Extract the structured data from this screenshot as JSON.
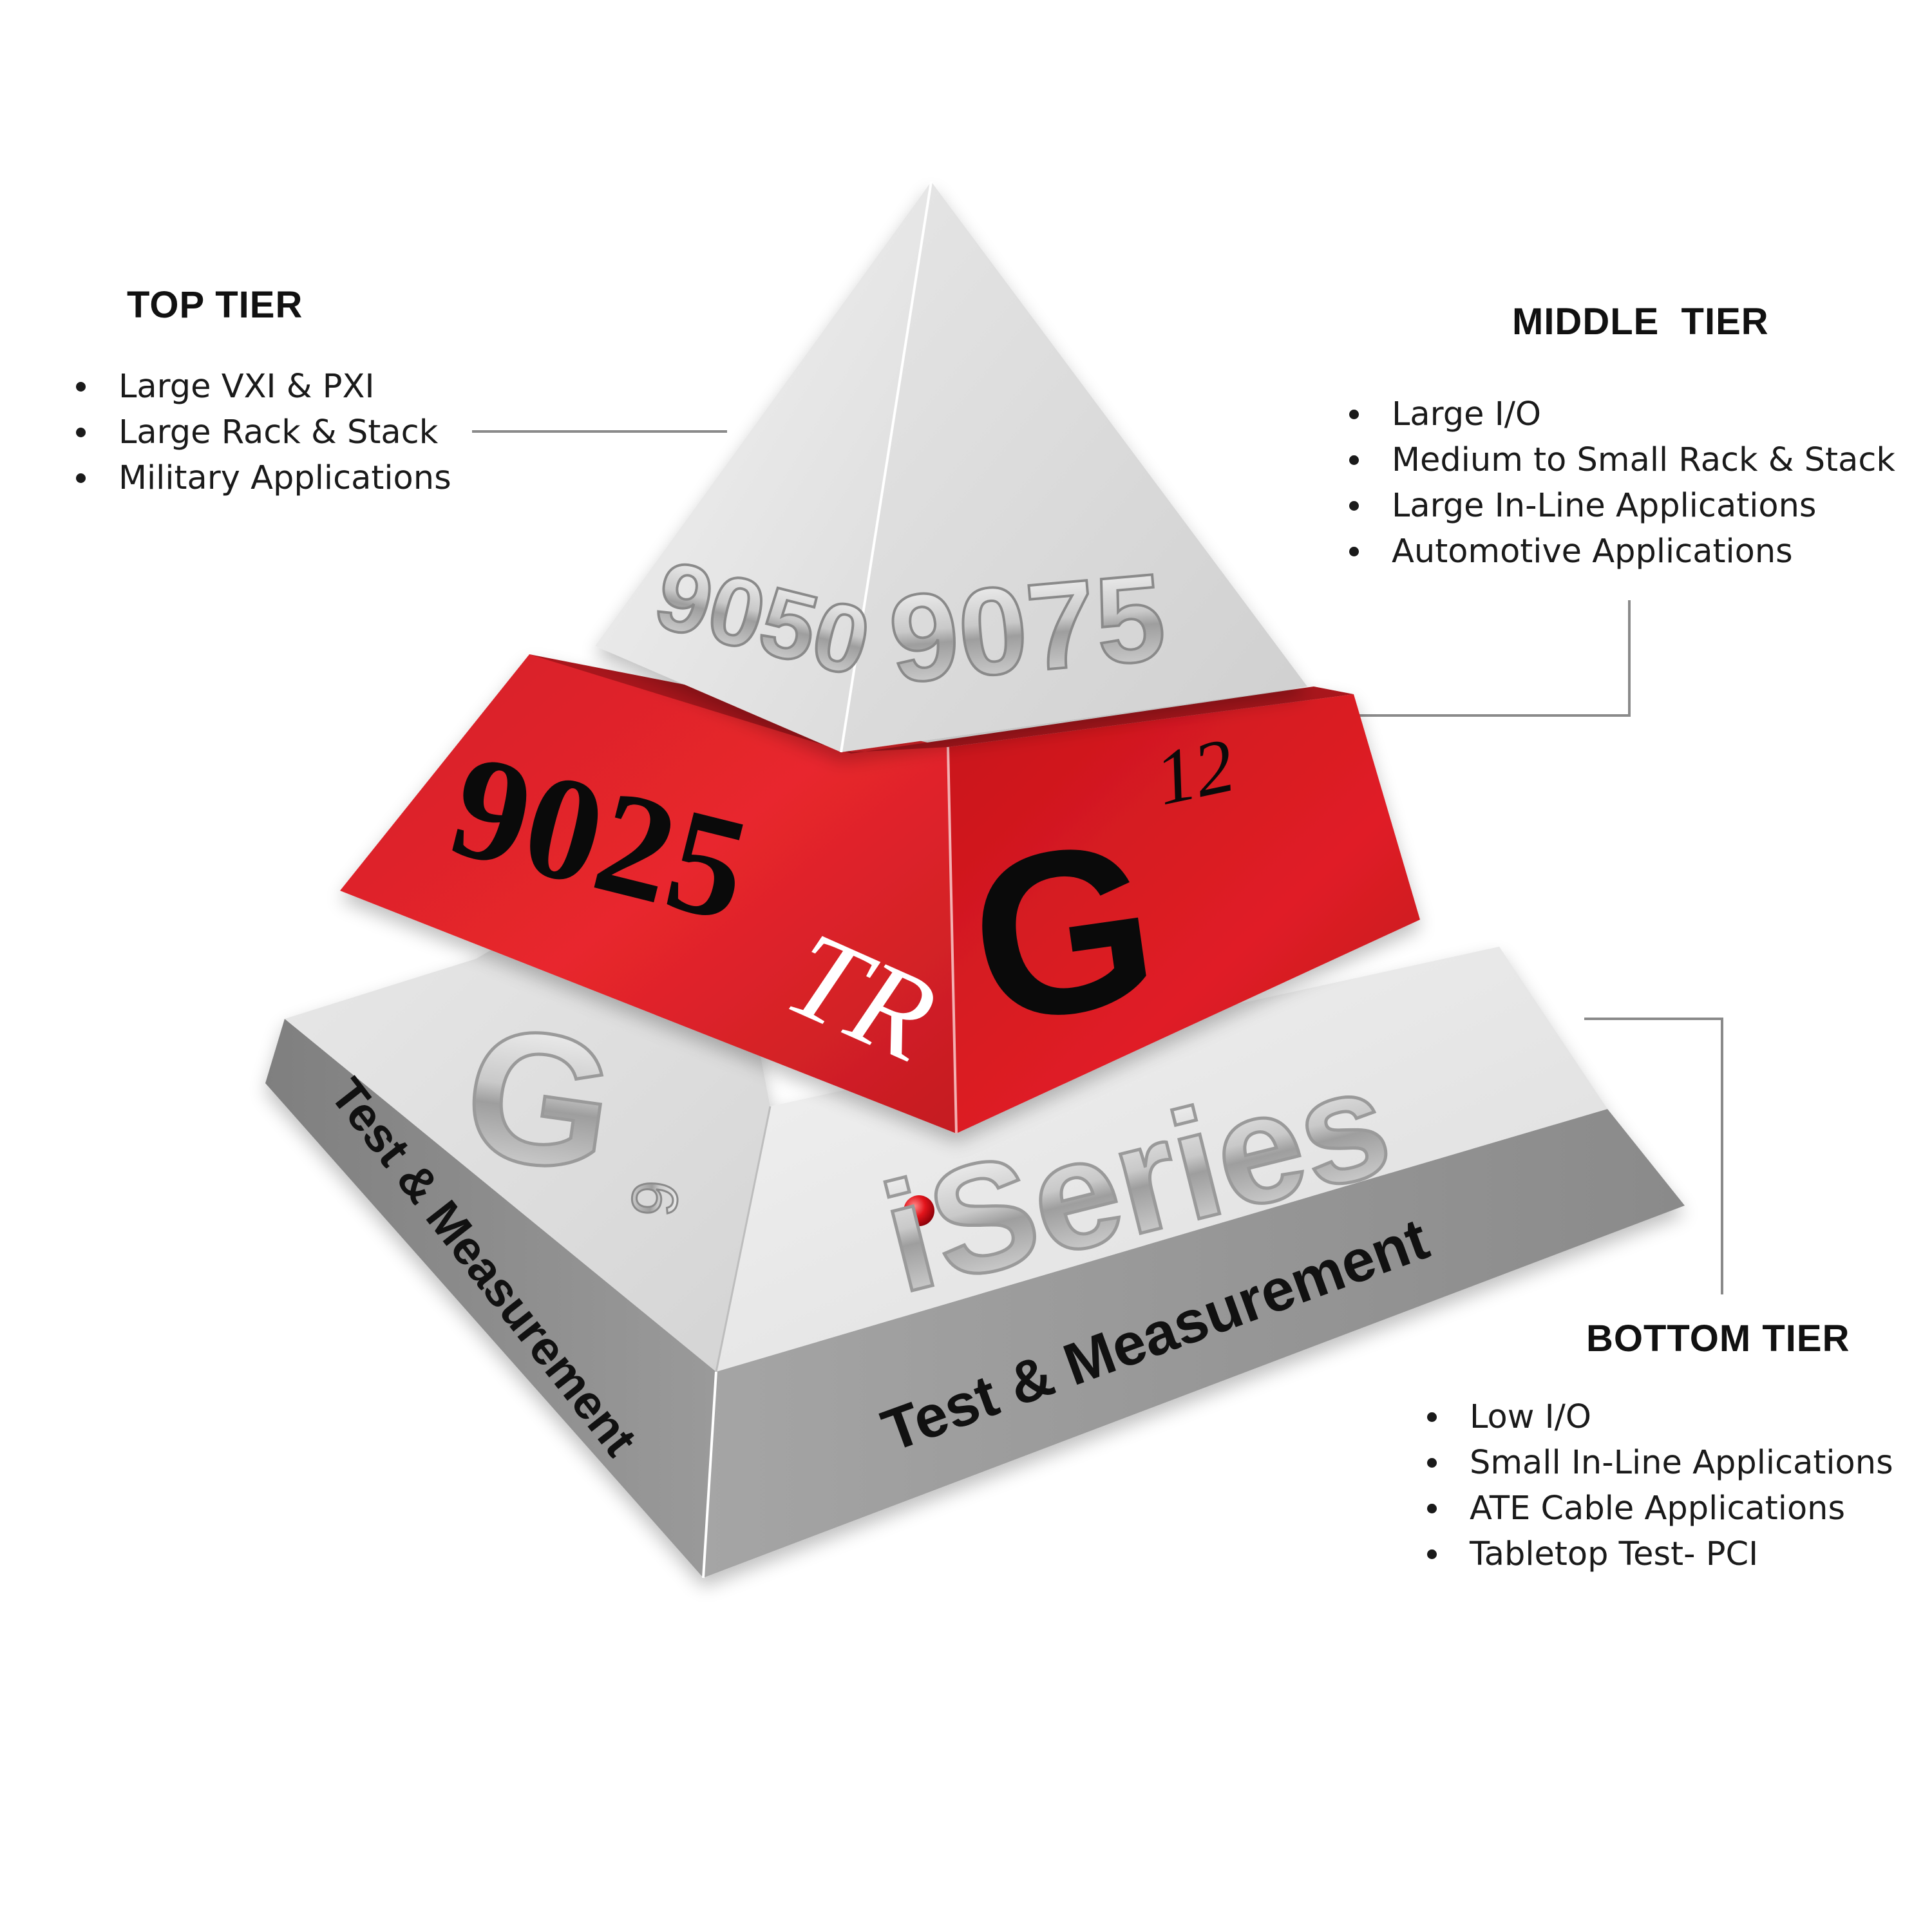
{
  "colors": {
    "red": "#e31e26",
    "grey_band": "#8c8c8c",
    "white_face": "#eeeeee",
    "connector": "#8a8a8a",
    "text": "#111111"
  },
  "pyramid": {
    "top": {
      "label_left": "9050",
      "label_right": "9075"
    },
    "middle": {
      "label_left": "9025",
      "label_left_script": "TR",
      "label_right": "G",
      "label_right_super": "12"
    },
    "bottom": {
      "label_left": "G",
      "label_left_sub": "6",
      "label_right": "Series",
      "label_right_prefix": "i",
      "band_left": "Test & Measurement",
      "band_right": "Test & Measurement"
    }
  },
  "tiers": {
    "top": {
      "heading": "TOP TIER",
      "items": [
        "Large VXI & PXI",
        "Large Rack & Stack",
        "Military Applications"
      ]
    },
    "middle": {
      "heading": "MIDDLE  TIER",
      "items": [
        "Large I/O",
        "Medium to Small Rack & Stack",
        "Large In-Line Applications",
        "Automotive Applications"
      ]
    },
    "bottom": {
      "heading": "BOTTOM TIER",
      "items": [
        "Low I/O",
        "Small In-Line Applications",
        "ATE Cable Applications",
        "Tabletop Test- PCI"
      ]
    }
  }
}
